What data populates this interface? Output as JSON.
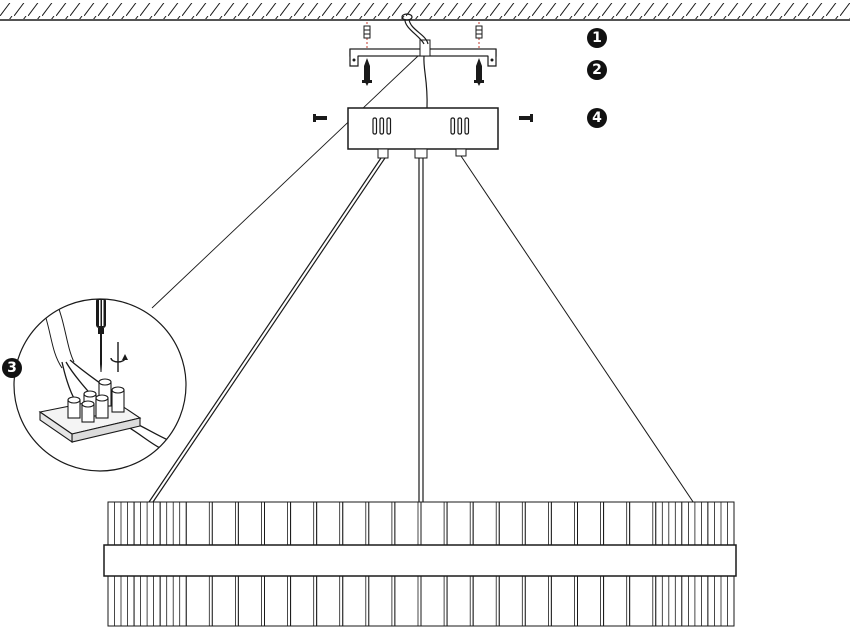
{
  "steps": [
    {
      "label": "1"
    },
    {
      "label": "2"
    },
    {
      "label": "3"
    },
    {
      "label": "4"
    }
  ],
  "colors": {
    "line": "#1a1a1a",
    "badge": "#111111",
    "badge_text": "#ffffff",
    "guide": "#c0392b",
    "metal": "#e9e9e9"
  },
  "icons": {
    "ceiling": "hatched-ceiling",
    "screw": "screw-icon",
    "anchor": "wall-anchor-icon",
    "screwdriver": "screwdriver-icon",
    "rotate": "rotate-arrow-icon",
    "terminal": "terminal-block-icon"
  },
  "chandelier": {
    "panel_count": 24
  }
}
